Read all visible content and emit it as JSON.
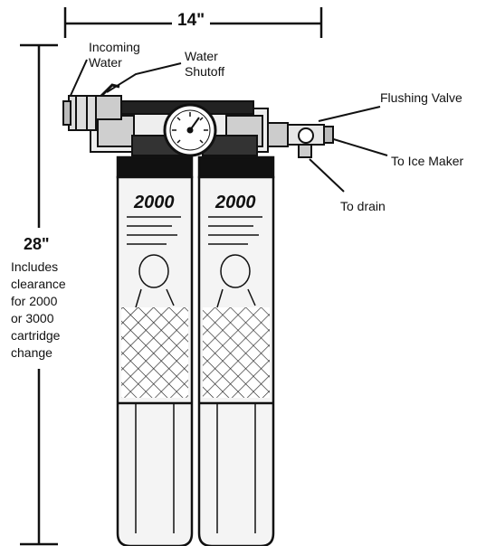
{
  "dimensions": {
    "width": "14\"",
    "height": "28\"",
    "height_note": [
      "Includes",
      "clearance",
      "for 2000",
      "or 3000",
      "cartridge",
      "change"
    ]
  },
  "callouts": {
    "incoming_water": [
      "Incoming",
      "Water"
    ],
    "water_shutoff": [
      "Water",
      "Shutoff"
    ],
    "flushing_valve": "Flushing Valve",
    "to_ice_maker": "To Ice Maker",
    "to_drain": "To drain"
  },
  "cartridge_label": "2000",
  "colors": {
    "ink": "#111111",
    "background": "#ffffff",
    "cartridge_fill": "#f4f4f4"
  }
}
